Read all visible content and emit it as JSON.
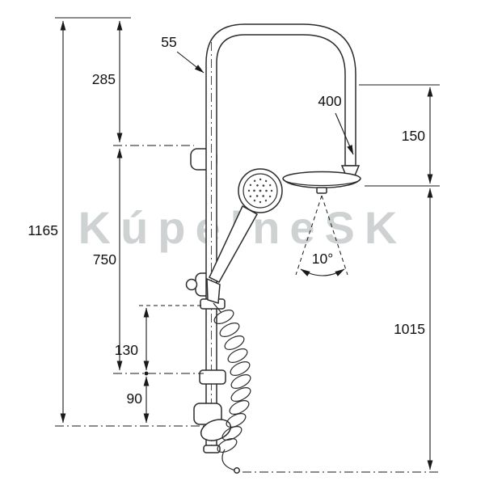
{
  "watermark": "KúpelneSK",
  "colors": {
    "line": "#2b2b2b",
    "dimension_text": "#111111",
    "watermark": "#cfd2d3",
    "background": "#ffffff"
  },
  "dimensions": {
    "total_height": "1165",
    "top_to_upper_bracket": "285",
    "upper_to_lower_bracket": "750",
    "bracket_spacing_upper": "130",
    "bracket_spacing_lower": "90",
    "rail_offset": "55",
    "arm_reach": "400",
    "arm_to_head_drop": "150",
    "head_to_bottom": "1015",
    "spray_angle": "10°"
  }
}
